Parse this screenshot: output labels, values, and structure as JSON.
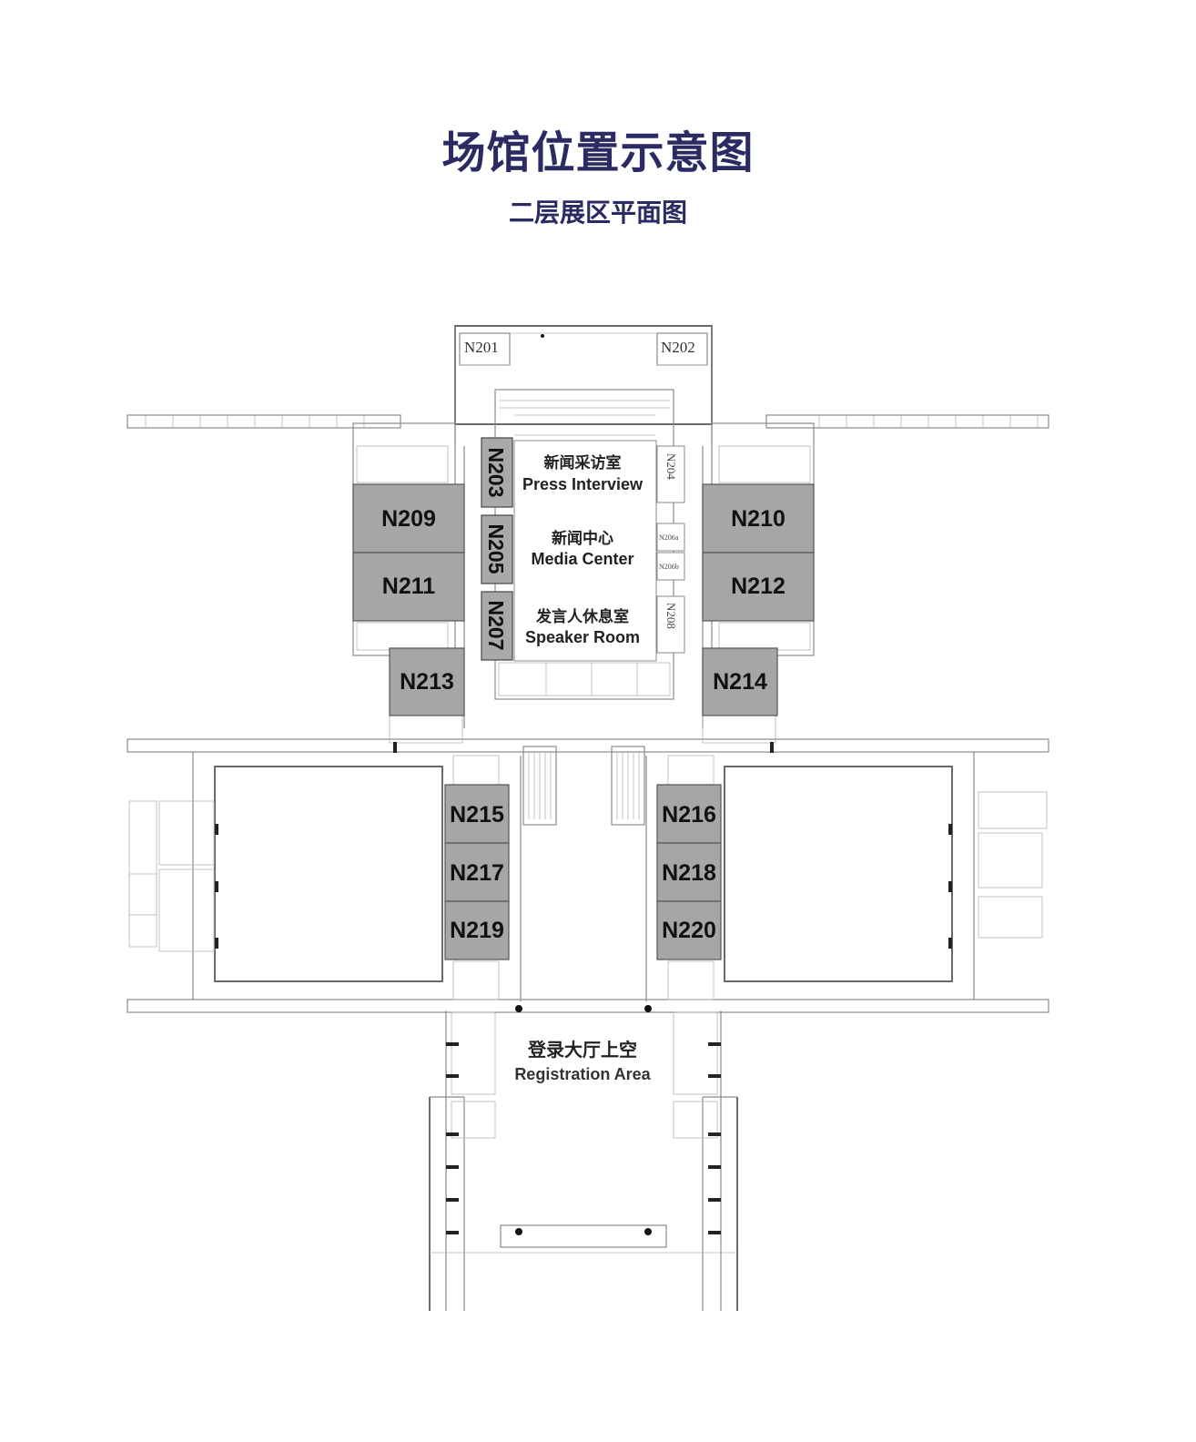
{
  "header": {
    "title": "场馆位置示意图",
    "subtitle": "二层展区平面图"
  },
  "booths": {
    "n201": "N201",
    "n202": "N202",
    "n203": "N203",
    "n204": "N204",
    "n205": "N205",
    "n206a": "N206a",
    "n206b": "N206b",
    "n207": "N207",
    "n208": "N208",
    "n209": "N209",
    "n210": "N210",
    "n211": "N211",
    "n212": "N212",
    "n213": "N213",
    "n214": "N214",
    "n215": "N215",
    "n216": "N216",
    "n217": "N217",
    "n218": "N218",
    "n219": "N219",
    "n220": "N220"
  },
  "rooms": {
    "press_interview_zh": "新闻采访室",
    "press_interview_en": "Press Interview",
    "media_center_zh": "新闻中心",
    "media_center_en": "Media Center",
    "speaker_room_zh": "发言人休息室",
    "speaker_room_en": "Speaker Room",
    "registration_zh": "登录大厅上空",
    "registration_en": "Registration Area"
  },
  "colors": {
    "title": "#2b2a63",
    "booth_fill": "#a6a6a8",
    "background": "#ffffff"
  }
}
